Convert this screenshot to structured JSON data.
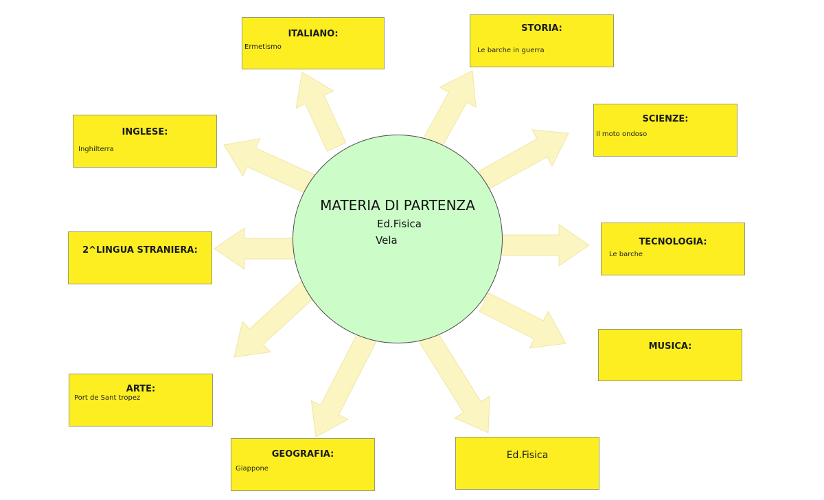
{
  "center": {
    "title": "MATERIA DI PARTENZA",
    "line1": "Ed.Fisica",
    "line2": "Vela"
  },
  "boxes": {
    "italiano": {
      "title": "ITALIANO:",
      "text": "Ermetismo"
    },
    "storia": {
      "title": "STORIA:",
      "text": "Le barche in guerra"
    },
    "scienze": {
      "title": "SCIENZE:",
      "text": "Il moto ondoso"
    },
    "tecnologia": {
      "title": "TECNOLOGIA:",
      "text": "Le barche"
    },
    "musica": {
      "title": "MUSICA:",
      "text": ""
    },
    "edfisica": {
      "title": "Ed.Fisica",
      "text": ""
    },
    "geografia": {
      "title": "GEOGRAFIA:",
      "text": "Giappone"
    },
    "arte": {
      "title": "ARTE:",
      "text": "Port de Sant tropez"
    },
    "lingua2": {
      "title": "2^LINGUA STRANIERA:",
      "text": ""
    },
    "inglese": {
      "title": "INGLESE:",
      "text": "Inghilterra"
    }
  },
  "colors": {
    "box_fill": "#fcee21",
    "circle_fill": "#ccfcc8",
    "arrow_fill": "#fbf5c2"
  }
}
